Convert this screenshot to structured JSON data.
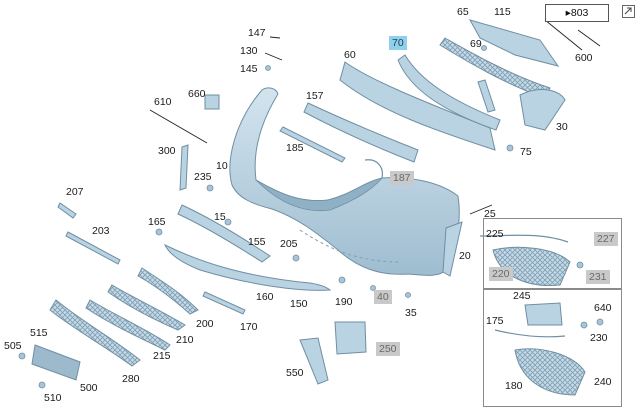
{
  "reference_box": "▸803",
  "labels": [
    {
      "id": "147",
      "text": "147",
      "style": "plain"
    },
    {
      "id": "130",
      "text": "130",
      "style": "plain"
    },
    {
      "id": "145",
      "text": "145",
      "style": "plain"
    },
    {
      "id": "660",
      "text": "660",
      "style": "plain"
    },
    {
      "id": "610",
      "text": "610",
      "style": "plain"
    },
    {
      "id": "300",
      "text": "300",
      "style": "plain"
    },
    {
      "id": "10",
      "text": "10",
      "style": "plain"
    },
    {
      "id": "235",
      "text": "235",
      "style": "plain"
    },
    {
      "id": "207",
      "text": "207",
      "style": "plain"
    },
    {
      "id": "203",
      "text": "203",
      "style": "plain"
    },
    {
      "id": "165",
      "text": "165",
      "style": "plain"
    },
    {
      "id": "15",
      "text": "15",
      "style": "plain"
    },
    {
      "id": "155",
      "text": "155",
      "style": "plain"
    },
    {
      "id": "205",
      "text": "205",
      "style": "plain"
    },
    {
      "id": "157",
      "text": "157",
      "style": "plain"
    },
    {
      "id": "185",
      "text": "185",
      "style": "plain"
    },
    {
      "id": "60",
      "text": "60",
      "style": "plain"
    },
    {
      "id": "70",
      "text": "70",
      "style": "blue"
    },
    {
      "id": "65",
      "text": "65",
      "style": "plain"
    },
    {
      "id": "115",
      "text": "115",
      "style": "plain"
    },
    {
      "id": "69",
      "text": "69",
      "style": "plain"
    },
    {
      "id": "600",
      "text": "600",
      "style": "plain"
    },
    {
      "id": "30",
      "text": "30",
      "style": "plain"
    },
    {
      "id": "75",
      "text": "75",
      "style": "plain"
    },
    {
      "id": "187",
      "text": "187",
      "style": "grey"
    },
    {
      "id": "25",
      "text": "25",
      "style": "plain"
    },
    {
      "id": "20",
      "text": "20",
      "style": "plain"
    },
    {
      "id": "160",
      "text": "160",
      "style": "plain"
    },
    {
      "id": "150",
      "text": "150",
      "style": "plain"
    },
    {
      "id": "190",
      "text": "190",
      "style": "plain"
    },
    {
      "id": "40",
      "text": "40",
      "style": "grey"
    },
    {
      "id": "35",
      "text": "35",
      "style": "plain"
    },
    {
      "id": "250",
      "text": "250",
      "style": "grey"
    },
    {
      "id": "550",
      "text": "550",
      "style": "plain"
    },
    {
      "id": "200",
      "text": "200",
      "style": "plain"
    },
    {
      "id": "210",
      "text": "210",
      "style": "plain"
    },
    {
      "id": "170",
      "text": "170",
      "style": "plain"
    },
    {
      "id": "215",
      "text": "215",
      "style": "plain"
    },
    {
      "id": "280",
      "text": "280",
      "style": "plain"
    },
    {
      "id": "515",
      "text": "515",
      "style": "plain"
    },
    {
      "id": "505",
      "text": "505",
      "style": "plain"
    },
    {
      "id": "500",
      "text": "500",
      "style": "plain"
    },
    {
      "id": "510",
      "text": "510",
      "style": "plain"
    },
    {
      "id": "225",
      "text": "225",
      "style": "plain"
    },
    {
      "id": "227",
      "text": "227",
      "style": "grey"
    },
    {
      "id": "220",
      "text": "220",
      "style": "grey"
    },
    {
      "id": "231",
      "text": "231",
      "style": "grey"
    },
    {
      "id": "245",
      "text": "245",
      "style": "plain"
    },
    {
      "id": "640",
      "text": "640",
      "style": "plain"
    },
    {
      "id": "175",
      "text": "175",
      "style": "plain"
    },
    {
      "id": "230",
      "text": "230",
      "style": "plain"
    },
    {
      "id": "180",
      "text": "180",
      "style": "plain"
    },
    {
      "id": "240",
      "text": "240",
      "style": "plain"
    }
  ],
  "colors": {
    "part_fill": "#b9d3e3",
    "part_stroke": "#6f8fa3",
    "part_shadow": "#93b3c7",
    "inset_border": "#8a8a8a",
    "grey_tag": "#c9c9c9",
    "blue_tag": "#8fd0ec"
  }
}
